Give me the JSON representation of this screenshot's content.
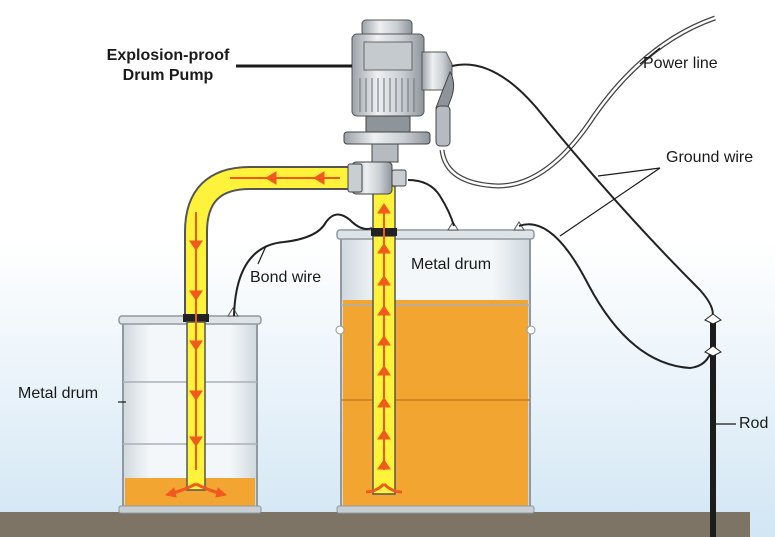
{
  "labels": {
    "pump_line1": "Explosion-proof",
    "pump_line2": "Drum Pump",
    "power_line": "Power  line",
    "ground_wire": "Ground wire",
    "bond_wire": "Bond wire",
    "metal_drum_right": "Metal drum",
    "metal_drum_left": "Metal drum",
    "rod": "Rod"
  },
  "colors": {
    "liquid": "#f3a531",
    "pipe": "#fff23a",
    "arrow": "#f05a1e",
    "ground": "#7d7466",
    "sky_top": "#ffffff",
    "sky_bottom": "#d2e6f4",
    "drum_body": "#eef3f6",
    "pump_body": "#d9dde1",
    "wire": "#222222"
  },
  "levels": {
    "right_drum_liquid_fraction": 0.77,
    "left_drum_liquid_fraction": 0.17
  }
}
